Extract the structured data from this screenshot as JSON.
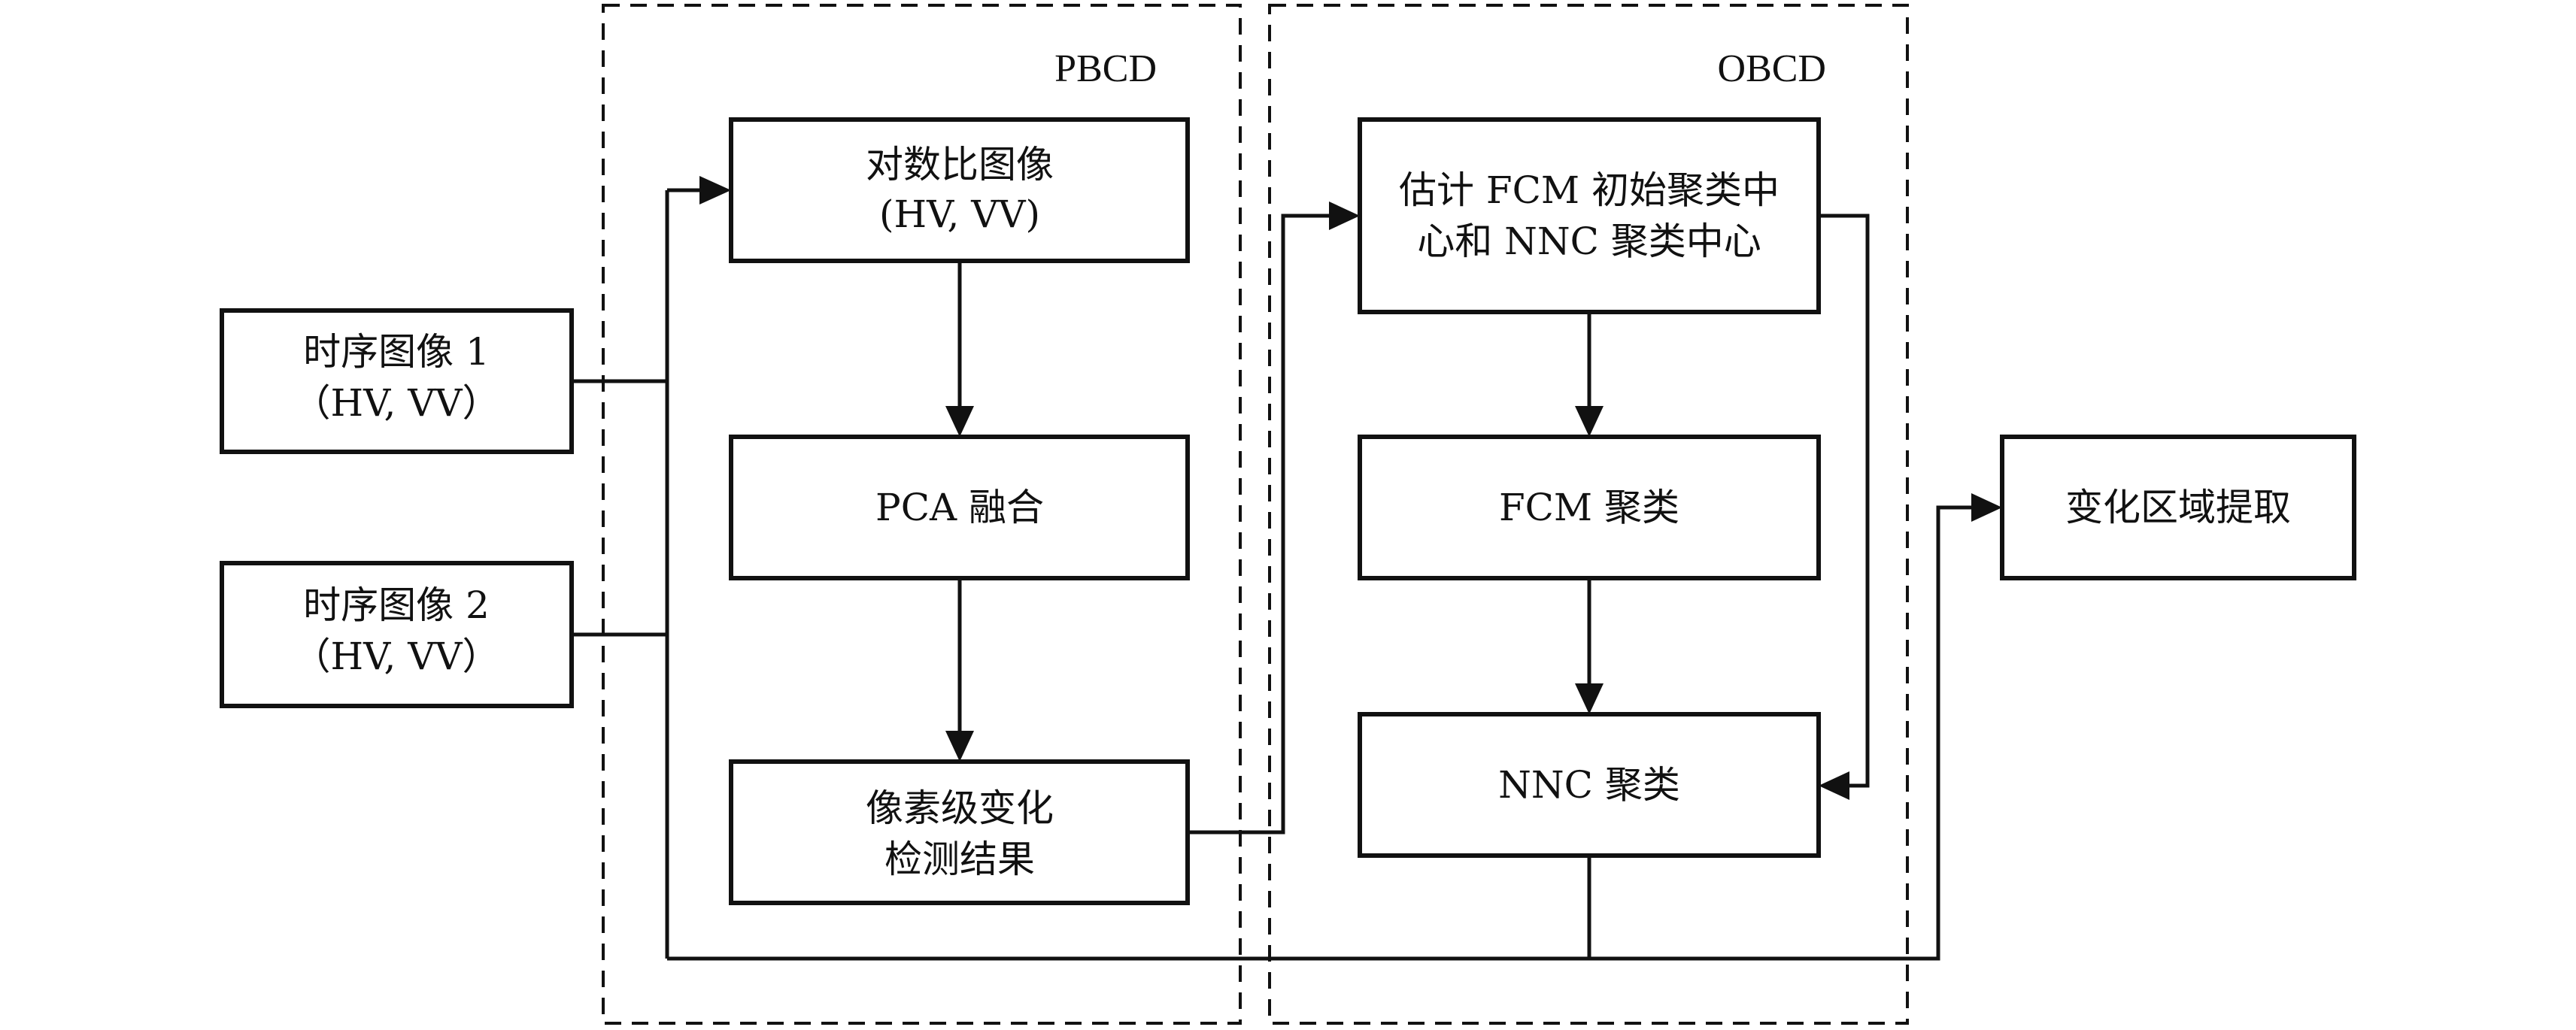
{
  "groups": {
    "pbcd": {
      "label": "PBCD"
    },
    "obcd": {
      "label": "OBCD"
    }
  },
  "nodes": {
    "input1": {
      "lines": [
        "时序图像 1",
        "（HV, VV）"
      ]
    },
    "input2": {
      "lines": [
        "时序图像 2",
        "（HV, VV）"
      ]
    },
    "log_ratio": {
      "lines": [
        "对数比图像",
        "(HV, VV)"
      ]
    },
    "pca": {
      "lines": [
        "PCA 融合"
      ]
    },
    "pixel_result": {
      "lines": [
        "像素级变化",
        "检测结果"
      ]
    },
    "estimate": {
      "lines": [
        "估计 FCM 初始聚类中",
        "心和 NNC 聚类中心"
      ]
    },
    "fcm": {
      "lines": [
        "FCM 聚类"
      ]
    },
    "nnc": {
      "lines": [
        "NNC 聚类"
      ]
    },
    "extract": {
      "lines": [
        "变化区域提取"
      ]
    }
  },
  "edges": [
    {
      "from": "input1",
      "to": "log_ratio"
    },
    {
      "from": "input2",
      "to": "log_ratio"
    },
    {
      "from": "log_ratio",
      "to": "pca"
    },
    {
      "from": "pca",
      "to": "pixel_result"
    },
    {
      "from": "pixel_result",
      "to": "estimate"
    },
    {
      "from": "estimate",
      "to": "fcm"
    },
    {
      "from": "estimate",
      "to": "nnc"
    },
    {
      "from": "fcm",
      "to": "nnc"
    },
    {
      "from": "nnc",
      "to": "extract"
    },
    {
      "from": "input1",
      "to": "extract"
    },
    {
      "from": "input2",
      "to": "extract"
    }
  ]
}
